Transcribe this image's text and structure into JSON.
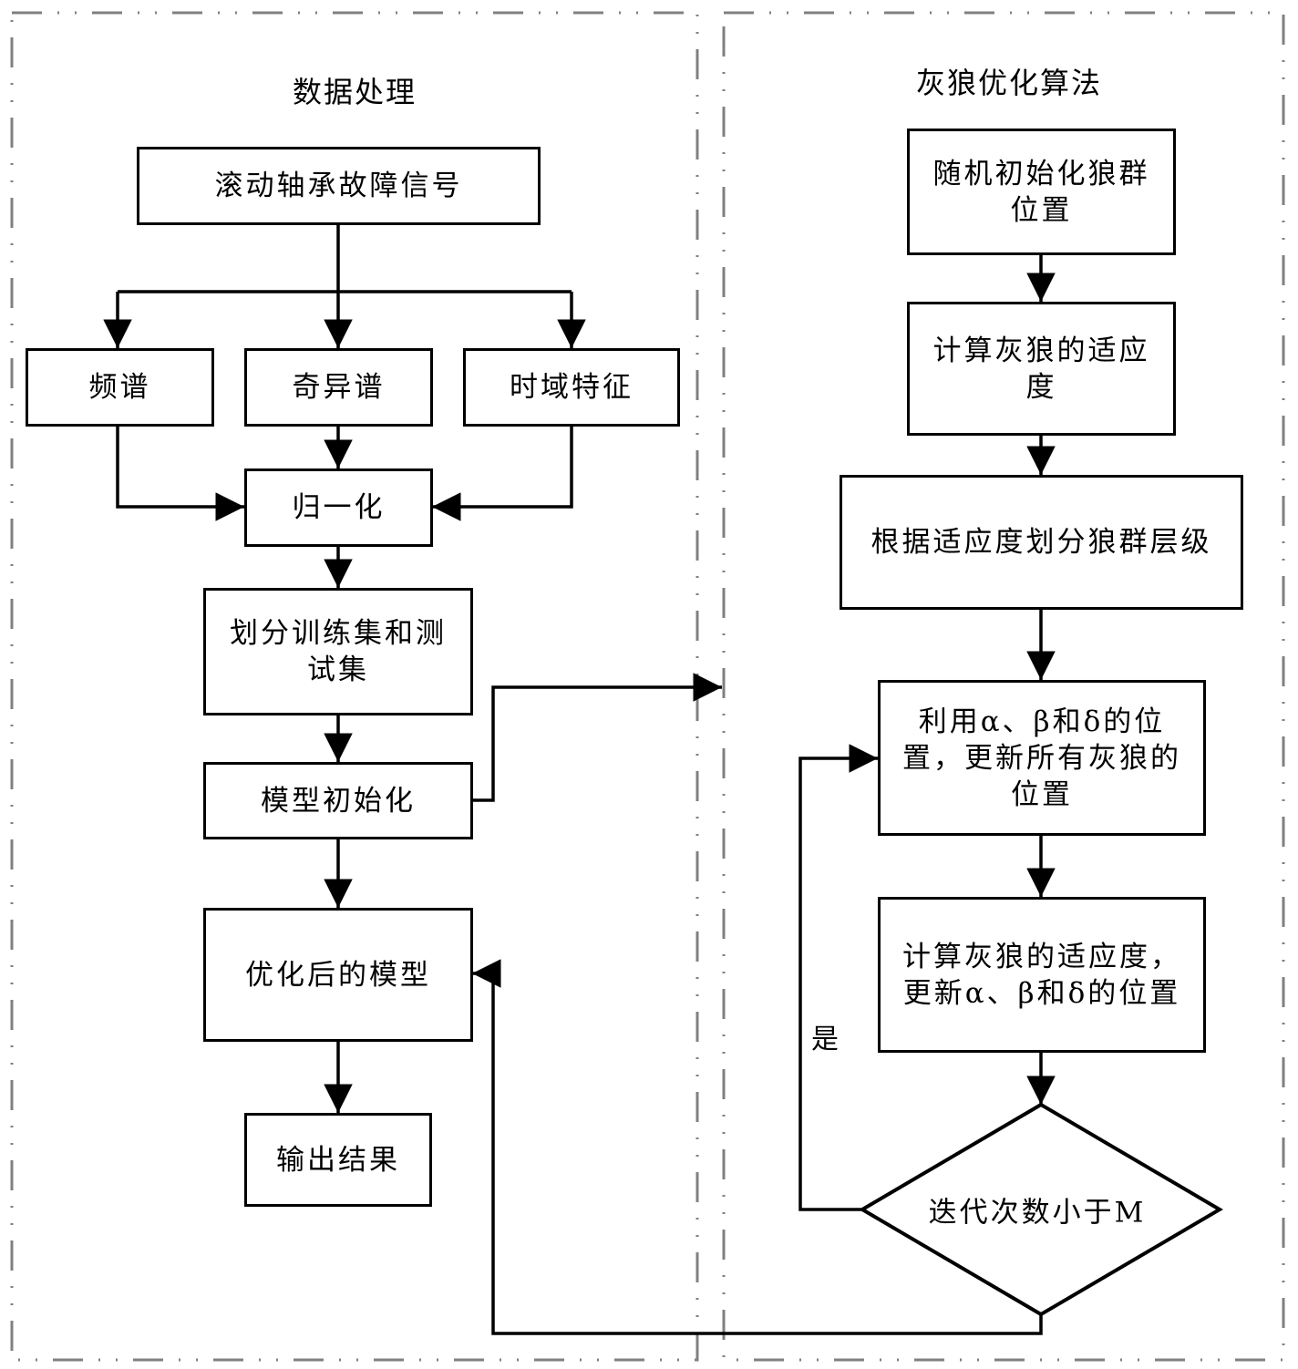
{
  "panels": {
    "left": {
      "title": "数据处理"
    },
    "right": {
      "title": "灰狼优化算法"
    }
  },
  "nodes": {
    "signal": "滚动轴承故障信号",
    "spectrum": "频谱",
    "singular_spectrum": "奇异谱",
    "time_domain": "时域特征",
    "normalize": "归一化",
    "split": "划分训练集和测试集",
    "model_init": "模型初始化",
    "optimized_model": "优化后的模型",
    "output": "输出结果",
    "init_wolves": "随机初始化狼群位置",
    "calc_fitness": "计算灰狼的适应度",
    "rank_wolves": "根据适应度划分狼群层级",
    "update_positions": "利用α、β和δ的位置，更新所有灰狼的位置",
    "update_leaders": "计算灰狼的适应度，更新α、β和δ的位置",
    "iteration_check": "迭代次数小于M"
  },
  "edge_labels": {
    "yes": "是"
  },
  "colors": {
    "border_dash": "#808080",
    "line": "#000000"
  }
}
